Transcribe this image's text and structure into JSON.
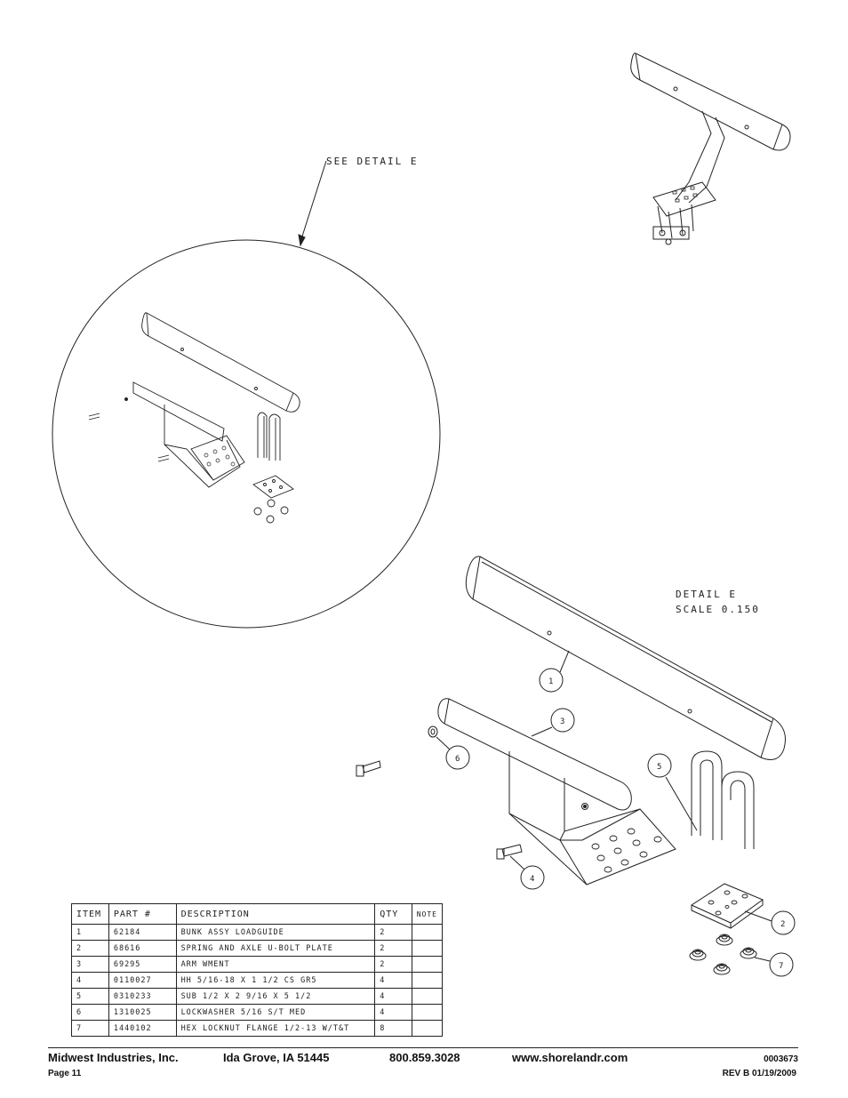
{
  "drawing": {
    "see_detail_label": "SEE DETAIL  E",
    "detail_title": "DETAIL  E",
    "detail_scale": "SCALE  0.150",
    "callouts": [
      "1",
      "3",
      "6",
      "5",
      "4",
      "2",
      "7"
    ]
  },
  "bom": {
    "headers": {
      "item": "ITEM",
      "part": "PART #",
      "description": "DESCRIPTION",
      "qty": "QTY",
      "note": "NOTE"
    },
    "rows": [
      {
        "item": "1",
        "part": "62184",
        "description": "BUNK ASSY   LOADGUIDE",
        "qty": "2",
        "note": ""
      },
      {
        "item": "2",
        "part": "68616",
        "description": "SPRING AND AXLE U-BOLT PLATE",
        "qty": "2",
        "note": ""
      },
      {
        "item": "3",
        "part": "69295",
        "description": "ARM WMENT",
        "qty": "2",
        "note": ""
      },
      {
        "item": "4",
        "part": "0110027",
        "description": "HH 5/16-18 X 1 1/2 CS GR5",
        "qty": "4",
        "note": ""
      },
      {
        "item": "5",
        "part": "0310233",
        "description": "SUB 1/2 X 2 9/16 X 5 1/2",
        "qty": "4",
        "note": ""
      },
      {
        "item": "6",
        "part": "1310025",
        "description": "LOCKWASHER 5/16 S/T MED",
        "qty": "4",
        "note": ""
      },
      {
        "item": "7",
        "part": "1440102",
        "description": "HEX LOCKNUT FLANGE 1/2-13 W/T&T",
        "qty": "8",
        "note": ""
      }
    ]
  },
  "footer": {
    "company": "Midwest Industries, Inc.",
    "location": "Ida Grove, IA  51445",
    "phone": "800.859.3028",
    "website": "www.shorelandr.com",
    "doc_number": "0003673",
    "page": "Page 11",
    "revision": "REV B  01/19/2009"
  }
}
